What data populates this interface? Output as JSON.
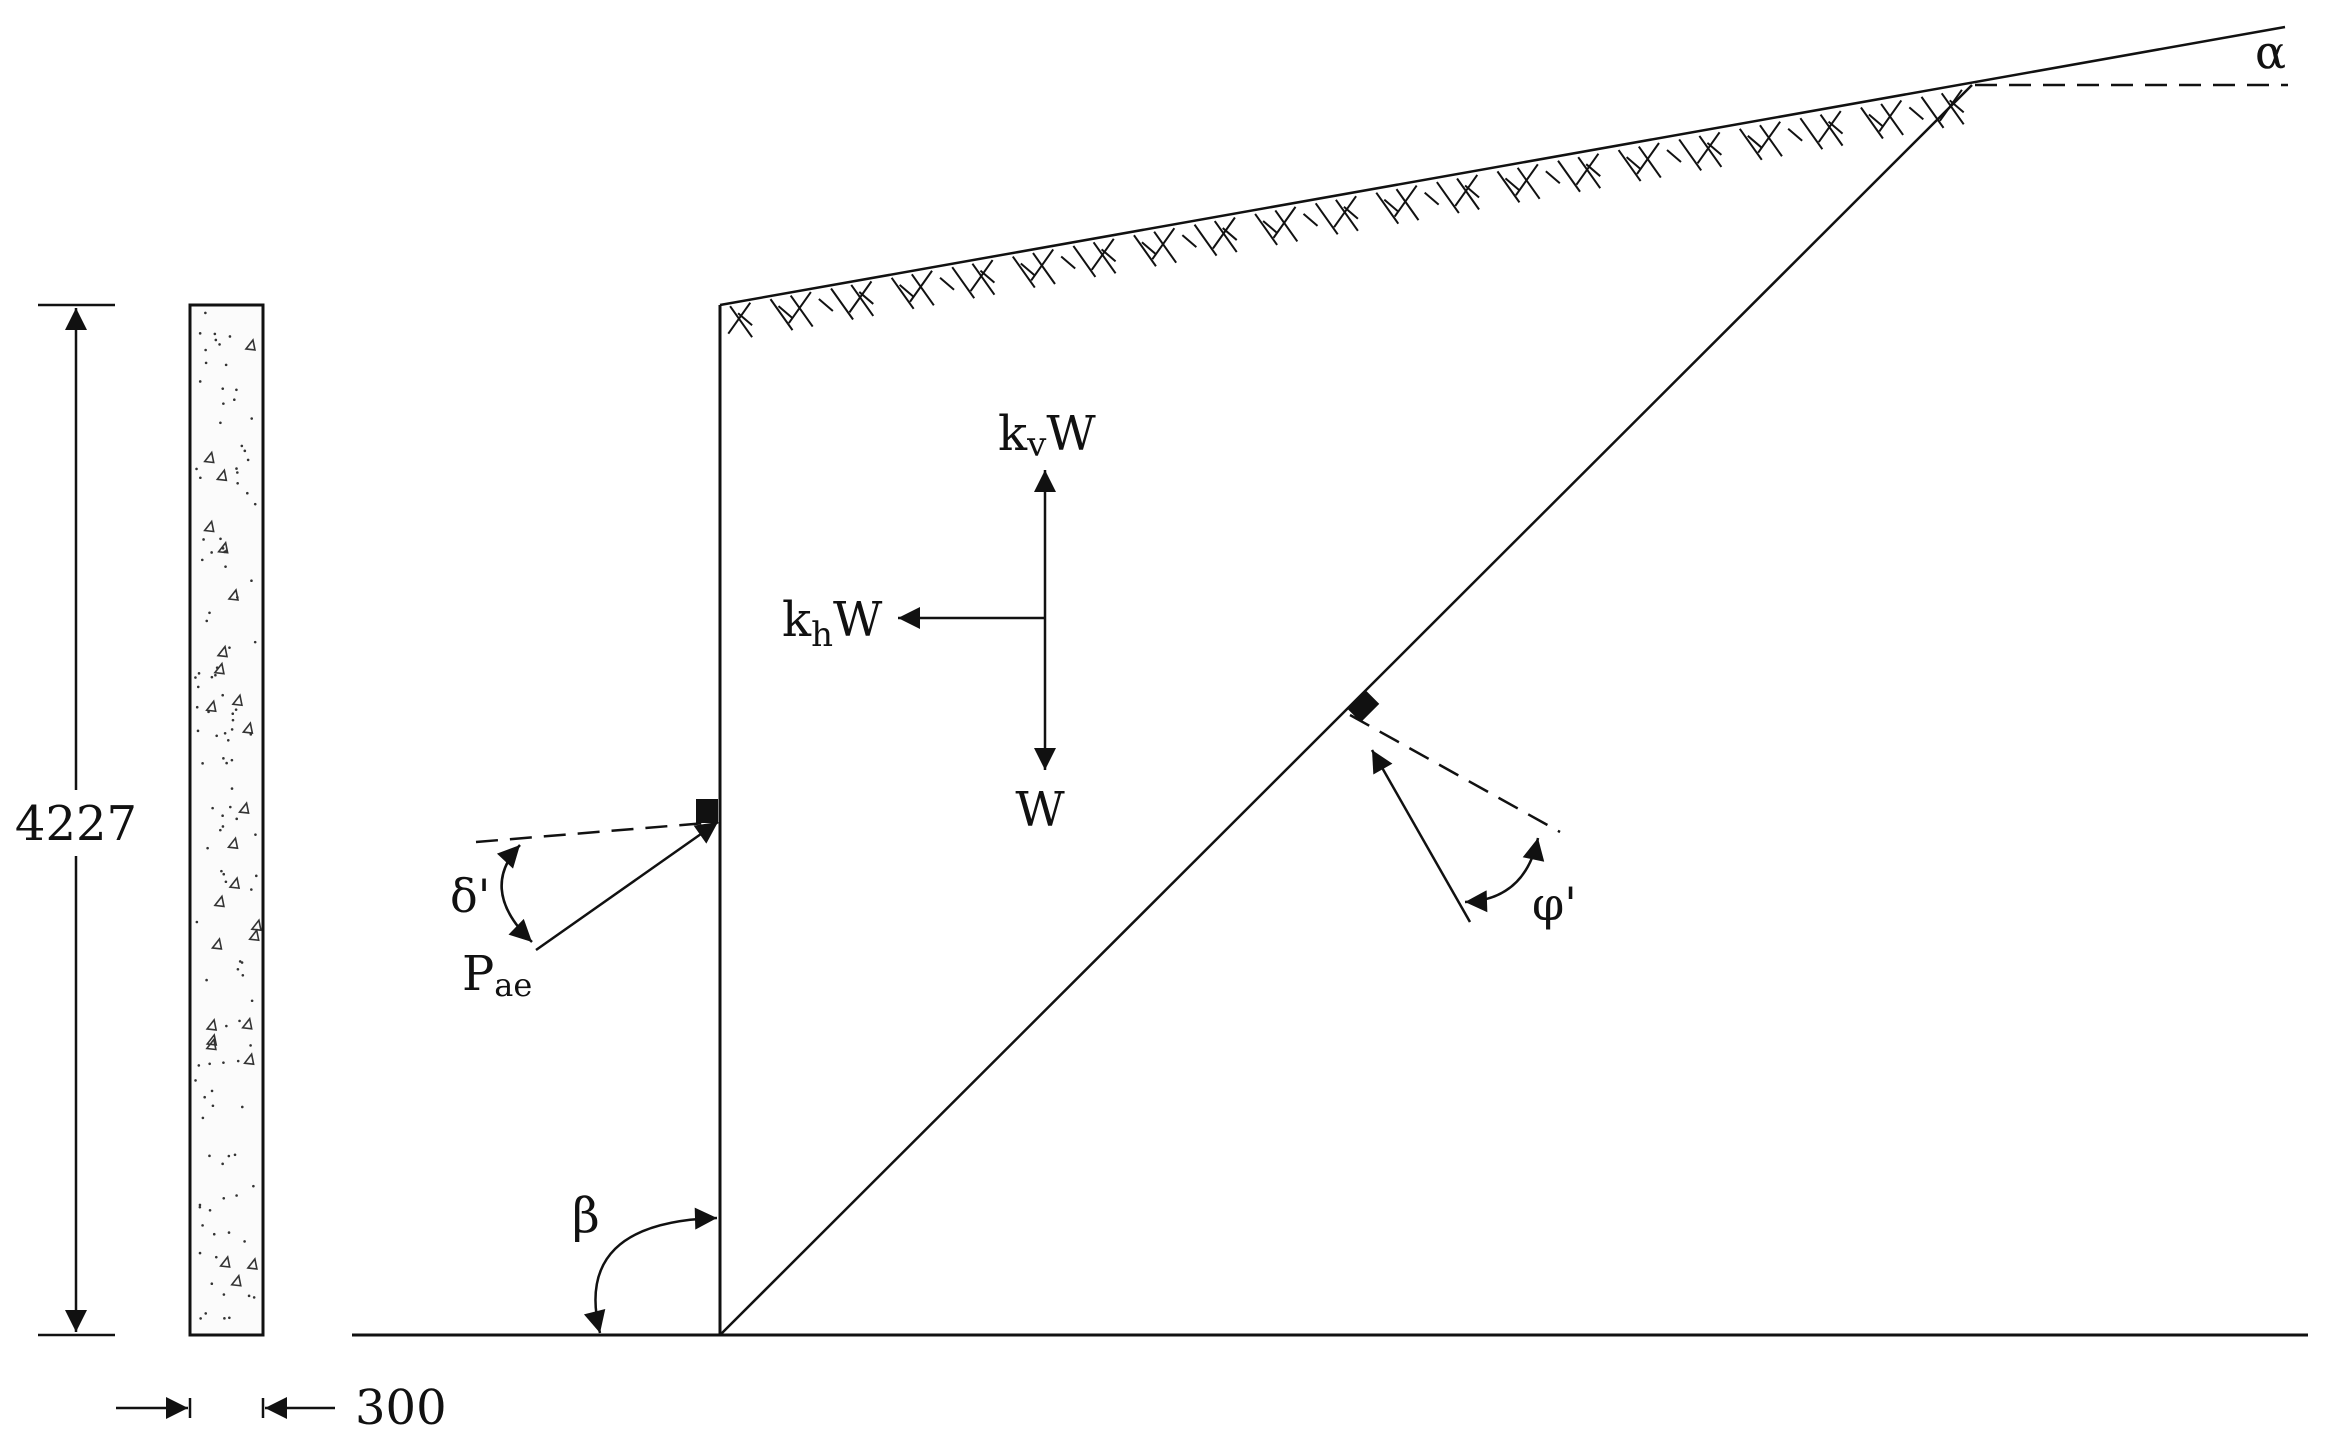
{
  "labels": {
    "alpha": "α",
    "kv_k": "k",
    "kv_sub": "v",
    "kv_w": "W",
    "kh_k": "k",
    "kh_sub": "h",
    "kh_w": "W",
    "weight": "W",
    "delta": "δ'",
    "pae_p": "P",
    "pae_sub": "ae",
    "phi": "φ'",
    "beta": "β",
    "height": "4227",
    "thickness": "300"
  },
  "colors": {
    "ink": "#111111",
    "background": "#ffffff"
  }
}
